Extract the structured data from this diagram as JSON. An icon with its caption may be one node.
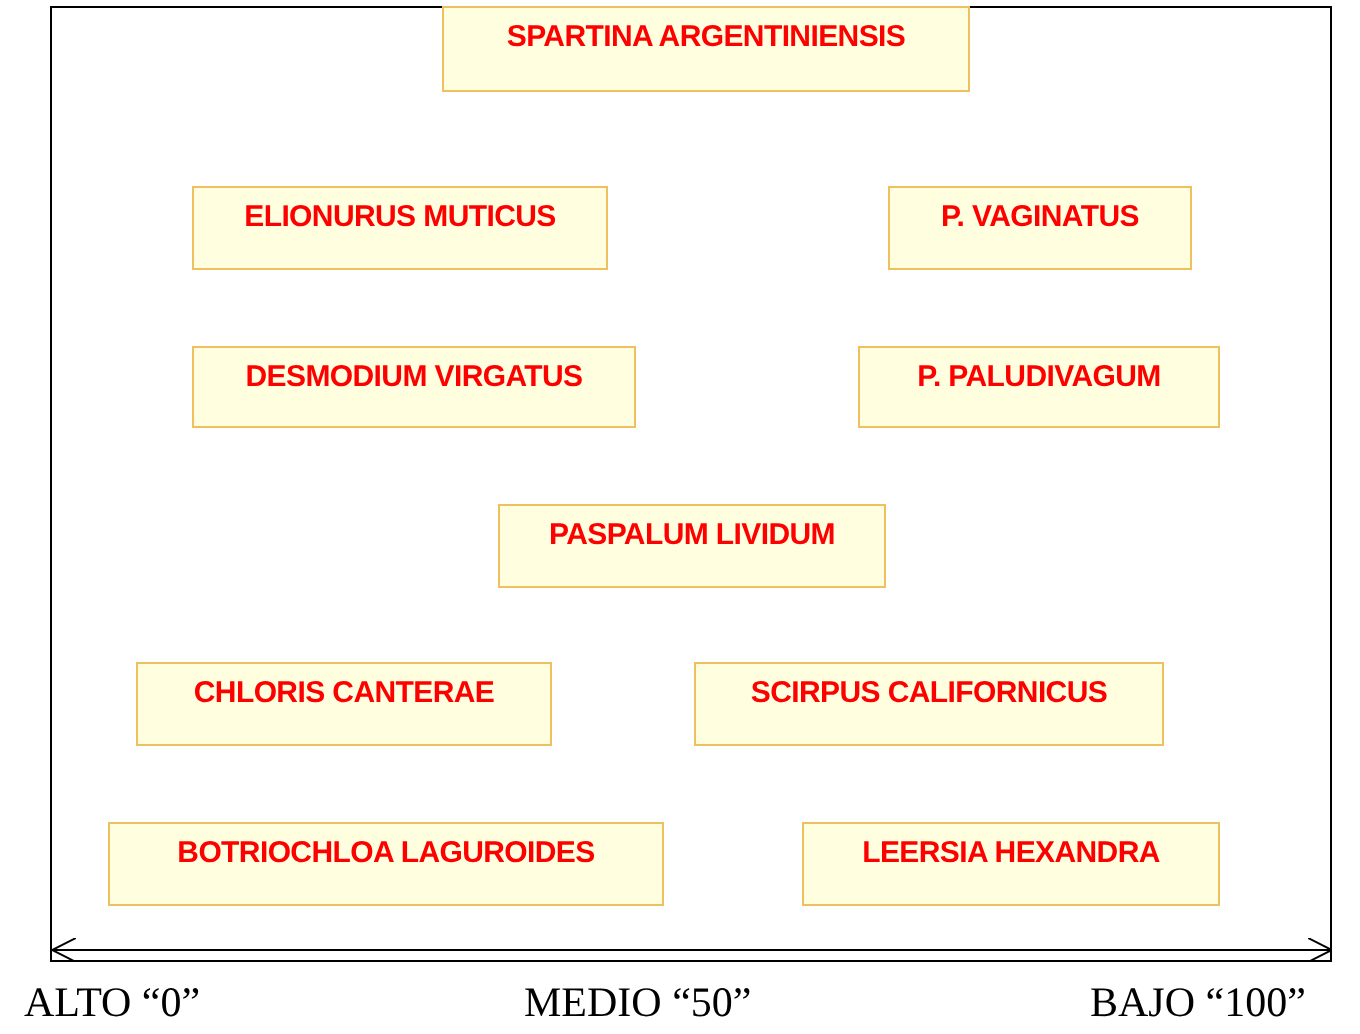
{
  "diagram": {
    "nodes": [
      {
        "text": [
          "SPARTINA ARGENTINIENSIS"
        ]
      },
      {
        "text": [
          "ELIONURUS MUTICUS"
        ]
      },
      {
        "text": [
          "P. VAGINATUS"
        ]
      },
      {
        "text": [
          "DESMODIUM VIRGATUS"
        ]
      },
      {
        "text": [
          "P. PALUDIVAGUM"
        ]
      },
      {
        "text": [
          "PASPALUM LIVIDUM"
        ]
      },
      {
        "text": [
          "CHLORIS CANTERAE"
        ]
      },
      {
        "text": [
          "SCIRPUS CALIFORNICUS"
        ]
      },
      {
        "text": [
          "BOTRIOCHLOA LAGUROIDES"
        ]
      },
      {
        "text": [
          "LEERSIA HEXANDRA"
        ]
      }
    ],
    "edges": [],
    "labels": [
      "ALTO “0”",
      "MEDIO “50”",
      "BAJO “100”"
    ]
  }
}
